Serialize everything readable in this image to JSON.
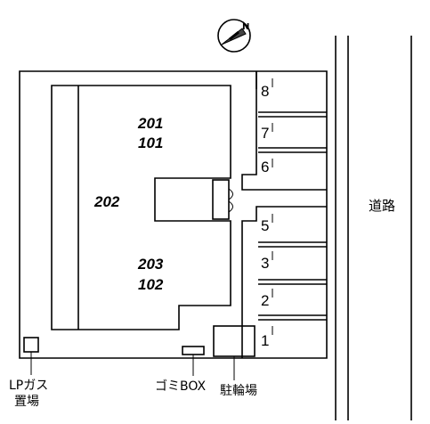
{
  "units": {
    "upper": "201",
    "lower_of_upper": "101",
    "middle": "202",
    "lower": "203",
    "lower_of_lower": "102"
  },
  "parking_spaces": [
    "8",
    "7",
    "6",
    "5",
    "3",
    "2",
    "1"
  ],
  "road_label": "道路",
  "labels": {
    "lp_gas_line1": "LPガス",
    "lp_gas_line2": "置場",
    "garbage_box": "ゴミBOX",
    "bicycle_parking": "駐輪場"
  },
  "compass_icon": "north-arrow-icon"
}
